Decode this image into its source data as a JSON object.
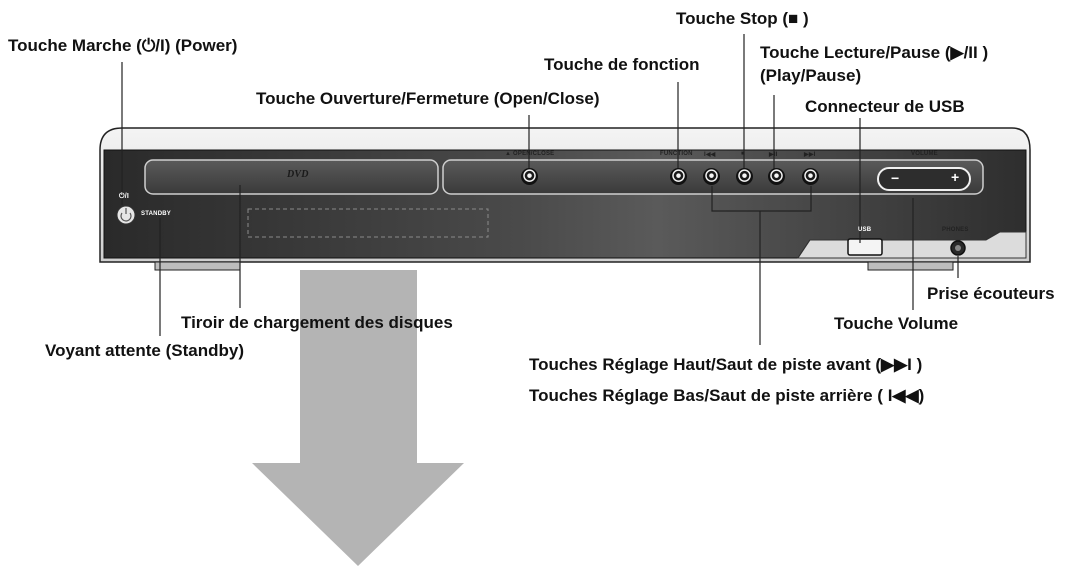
{
  "labels": {
    "power": "Touche Marche (⏻/I) (Power)",
    "open_close": "Touche Ouverture/Fermeture (Open/Close)",
    "function": "Touche de fonction",
    "stop": "Touche Stop (■ )",
    "play_pause_line1": "Touche Lecture/Pause (▶/II )",
    "play_pause_line2": "(Play/Pause)",
    "usb": "Connecteur de USB",
    "phones": "Prise écouteurs",
    "volume": "Touche Volume",
    "tray": "Tiroir de chargement des disques",
    "standby": "Voyant attente (Standby)",
    "skip_up": "Touches Réglage Haut/Saut de piste avant (▶▶I )",
    "skip_down": "Touches Réglage Bas/Saut de piste arrière ( I◀◀)"
  },
  "panel": {
    "power_symbol": "⏻/I",
    "standby": "STANDBY",
    "dvd_logo": "DVD",
    "open_close": "▲ OPEN/CLOSE",
    "function": "FUNCTION",
    "prev": "I◀◀",
    "stop": "■",
    "play_pause": "▶II",
    "next": "▶▶I",
    "volume": "VOLUME",
    "vol_minus": "−",
    "vol_plus": "+",
    "usb": "USB",
    "phones": "PHONES"
  },
  "colors": {
    "body_dark": "#3a3a3a",
    "body_light": "#e8e8e8",
    "arrow": "#b4b4b4"
  }
}
